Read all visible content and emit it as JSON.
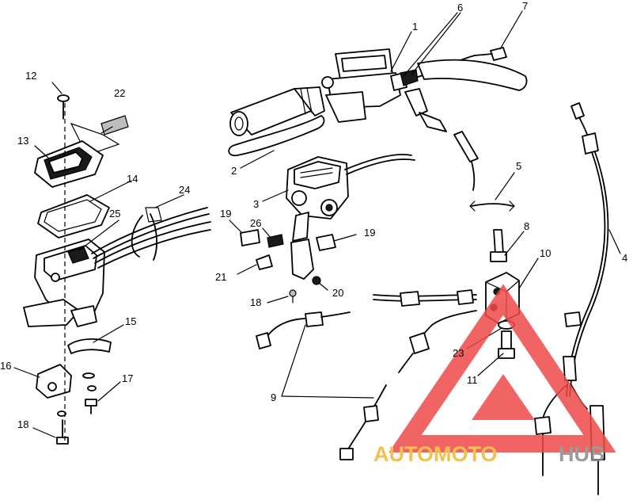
{
  "callouts": [
    {
      "id": "1",
      "text": "1"
    },
    {
      "id": "2",
      "text": "2"
    },
    {
      "id": "3",
      "text": "3"
    },
    {
      "id": "4",
      "text": "4"
    },
    {
      "id": "5",
      "text": "5"
    },
    {
      "id": "6",
      "text": "6"
    },
    {
      "id": "7",
      "text": "7"
    },
    {
      "id": "8",
      "text": "8"
    },
    {
      "id": "9",
      "text": "9"
    },
    {
      "id": "10",
      "text": "10"
    },
    {
      "id": "11",
      "text": "11"
    },
    {
      "id": "12",
      "text": "12"
    },
    {
      "id": "13",
      "text": "13"
    },
    {
      "id": "14",
      "text": "14"
    },
    {
      "id": "15",
      "text": "15"
    },
    {
      "id": "16",
      "text": "16"
    },
    {
      "id": "17",
      "text": "17"
    },
    {
      "id": "18a",
      "text": "18"
    },
    {
      "id": "18b",
      "text": "18"
    },
    {
      "id": "19a",
      "text": "19"
    },
    {
      "id": "19b",
      "text": "19"
    },
    {
      "id": "20",
      "text": "20"
    },
    {
      "id": "21",
      "text": "21"
    },
    {
      "id": "22",
      "text": "22"
    },
    {
      "id": "23",
      "text": "23"
    },
    {
      "id": "24",
      "text": "24"
    },
    {
      "id": "25",
      "text": "25"
    },
    {
      "id": "26",
      "text": "26"
    }
  ],
  "watermark": {
    "part1": "AUTOMOTO",
    "part2": "HUB",
    "color1": "#f2b632",
    "color2": "#8a8a8a",
    "triangle_color": "#ef4a4a"
  },
  "colors": {
    "line": "#000000",
    "background": "#ffffff"
  }
}
